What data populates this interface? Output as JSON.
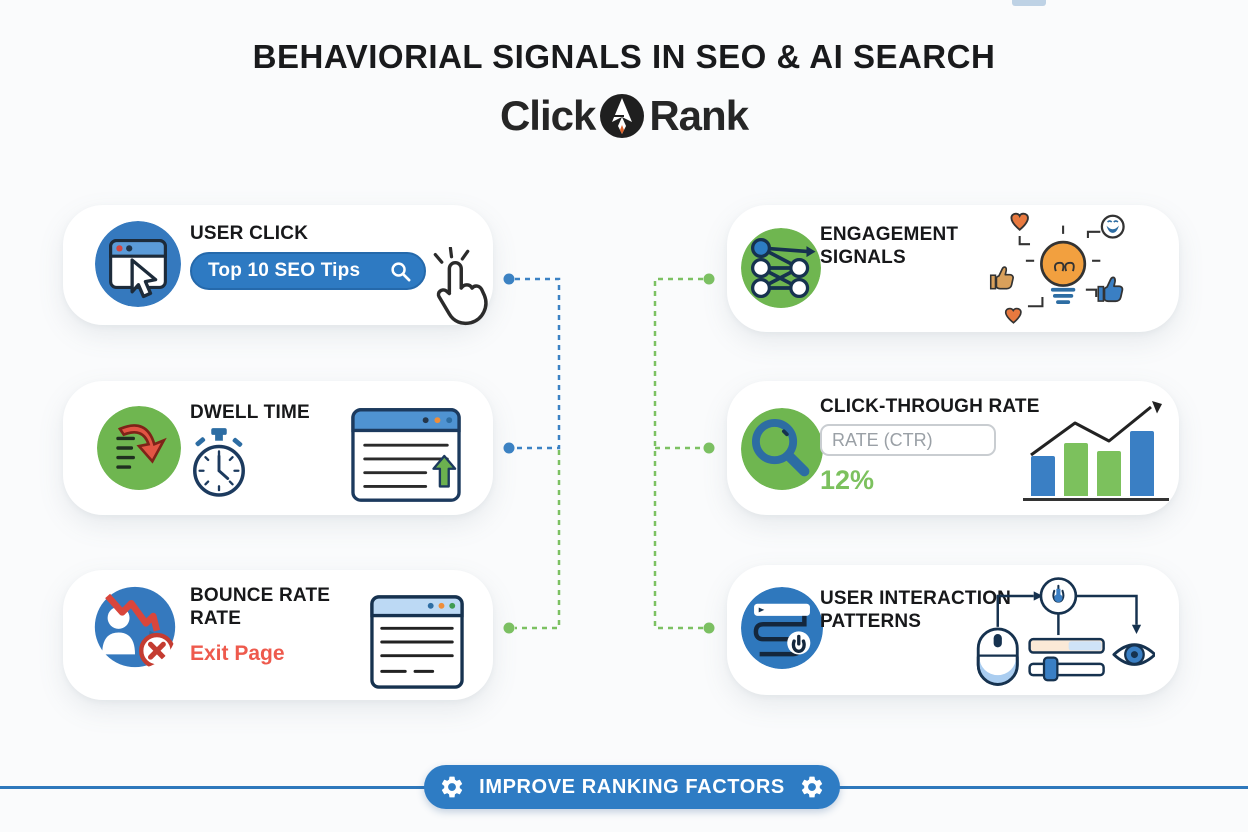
{
  "header": {
    "title": "BEHAVIORIAL SIGNALS IN SEO & AI SEARCH",
    "logo": {
      "click": "Click",
      "rank": "Rank"
    }
  },
  "cards": {
    "user_click": {
      "title": "USER CLICK",
      "search_value": "Top 10 SEO Tips"
    },
    "dwell_time": {
      "title": "DWELL TIME"
    },
    "bounce_rate": {
      "title_line1": "BOUNCE RATE",
      "title_line2": "RATE",
      "exit_label": "Exit Page"
    },
    "engagement": {
      "title_line1": "ENGAGEMENT",
      "title_line2": "SIGNALS"
    },
    "ctr": {
      "title": "CLICK-THROUGH RATE",
      "rate_placeholder": "RATE (CTR)",
      "percent": "12%"
    },
    "interaction": {
      "title_line1": "USER INTERACTION",
      "title_line2": "PATTERNS"
    }
  },
  "footer": {
    "button_label": "IMPROVE RANKING FACTORS"
  },
  "colors": {
    "primary_blue": "#2e7ac2",
    "primary_green": "#6fb650",
    "connector_blue": "#3b82c4",
    "connector_green": "#7cc162",
    "accent_red": "#ee5a4d",
    "percent_green": "#7cc15e",
    "bulb_orange": "#f2a03f"
  },
  "icons": {
    "logo_rocket": "rocket-in-black-circle",
    "user_click_badge": "browser-window-with-cursor",
    "search": "magnifier",
    "click_hand": "tapping-hand",
    "dwell_badge": "document-with-red-curve-arrow",
    "stopwatch": "stopwatch",
    "dwell_page": "browser-window-green-up-arrow",
    "bounce_badge": "user-decline-zigzag-x",
    "bounce_page": "browser-window-text-lines",
    "engagement_badge": "network-graph",
    "engagement_art": "lightbulb-hearts-thumbs-smiley",
    "ctr_badge": "green-magnifier",
    "ctr_chart": "bar-chart-with-trend-arrow",
    "interaction_badge": "scroll-path",
    "interaction_art": "mouse-pointer-sliders-eye",
    "gear": "gear"
  },
  "chart_data": {
    "type": "bar",
    "context": "mini CTR trend chart inside Click-Through Rate card",
    "values": [
      40,
      53,
      45,
      65
    ],
    "bar_colors": [
      "#3a7fc4",
      "#7cc15d",
      "#7cc15d",
      "#3a7fc4"
    ],
    "trend": "rising zigzag arrow above bars",
    "axes": "none",
    "grid": false
  }
}
